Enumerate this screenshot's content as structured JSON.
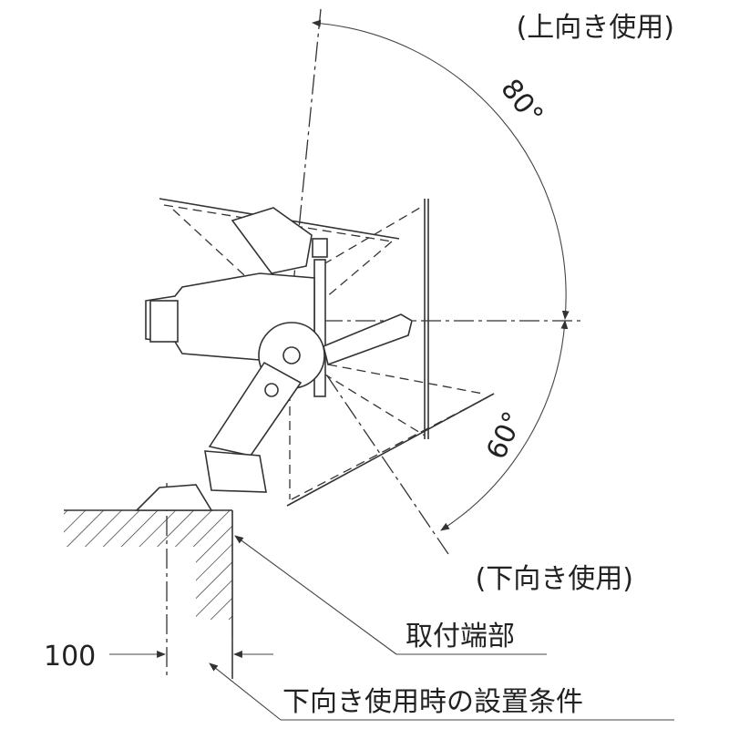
{
  "labels": {
    "upward_use": "(上向き使用)",
    "downward_use": "(下向き使用)",
    "angle_up": "80°",
    "angle_down": "60°",
    "mount_end": "取付端部",
    "dimension": "100",
    "condition": "下向き使用時の設置条件"
  }
}
